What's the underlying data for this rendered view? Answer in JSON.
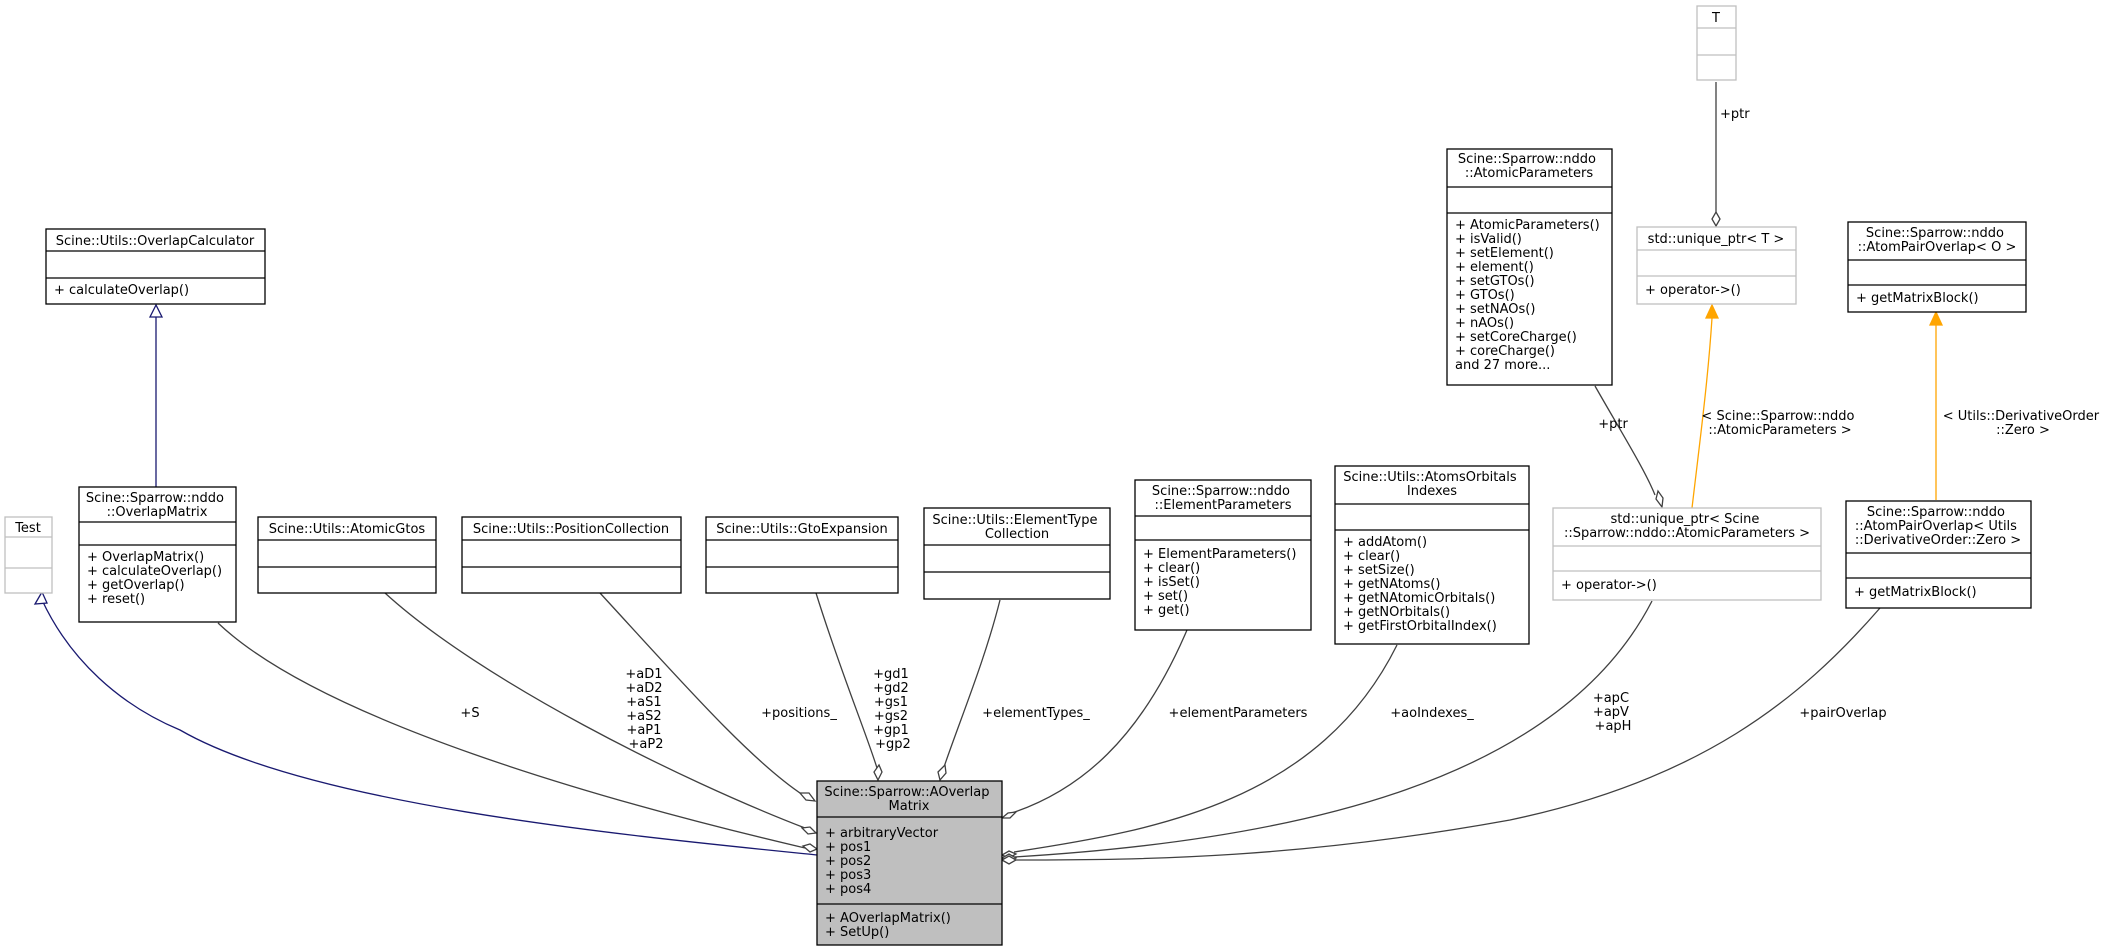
{
  "nodes": {
    "test": {
      "title": [
        "Test"
      ],
      "attributes": [],
      "methods": []
    },
    "overlapcalc": {
      "title": [
        "Scine::Utils::OverlapCalculator"
      ],
      "attributes": [],
      "methods": [
        "+ calculateOverlap()"
      ]
    },
    "overlapmatrix": {
      "title": [
        "Scine::Sparrow::nddo",
        "::OverlapMatrix"
      ],
      "attributes": [],
      "methods": [
        "+ OverlapMatrix()",
        "+ calculateOverlap()",
        "+ getOverlap()",
        "+ reset()"
      ]
    },
    "atomicgtos": {
      "title": [
        "Scine::Utils::AtomicGtos"
      ],
      "attributes": [],
      "methods": []
    },
    "poscoll": {
      "title": [
        "Scine::Utils::PositionCollection"
      ],
      "attributes": [],
      "methods": []
    },
    "gtoexp": {
      "title": [
        "Scine::Utils::GtoExpansion"
      ],
      "attributes": [],
      "methods": []
    },
    "elemtype": {
      "title": [
        "Scine::Utils::ElementType",
        "Collection"
      ],
      "attributes": [],
      "methods": []
    },
    "elemparams": {
      "title": [
        "Scine::Sparrow::nddo",
        "::ElementParameters"
      ],
      "attributes": [],
      "methods": [
        "+ ElementParameters()",
        "+ clear()",
        "+ isSet()",
        "+ set()",
        "+ get()"
      ]
    },
    "aoindexes": {
      "title": [
        "Scine::Utils::AtomsOrbitals",
        "Indexes"
      ],
      "attributes": [],
      "methods": [
        "+ addAtom()",
        "+ clear()",
        "+ setSize()",
        "+ getNAtoms()",
        "+ getNAtomicOrbitals()",
        "+ getNOrbitals()",
        "+ getFirstOrbitalIndex()"
      ]
    },
    "atomicparams": {
      "title": [
        "Scine::Sparrow::nddo",
        "::AtomicParameters"
      ],
      "attributes": [],
      "methods": [
        "+ AtomicParameters()",
        "+ isValid()",
        "+ setElement()",
        "+ element()",
        "+ setGTOs()",
        "+ GTOs()",
        "+ setNAOs()",
        "+ nAOs()",
        "+ setCoreCharge()",
        "+ coreCharge()",
        "and 27 more..."
      ]
    },
    "T": {
      "title": [
        "T"
      ],
      "attributes": [],
      "methods": []
    },
    "uniqueT": {
      "title": [
        "std::unique_ptr< T >"
      ],
      "attributes": [],
      "methods": [
        "+ operator->()"
      ]
    },
    "uniqueAP": {
      "title": [
        "std::unique_ptr< Scine",
        "::Sparrow::nddo::AtomicParameters >"
      ],
      "attributes": [],
      "methods": [
        "+ operator->()"
      ]
    },
    "apoTemplate": {
      "title": [
        "Scine::Sparrow::nddo",
        "::AtomPairOverlap< O >"
      ],
      "attributes": [],
      "methods": [
        "+ getMatrixBlock()"
      ]
    },
    "apoZero": {
      "title": [
        "Scine::Sparrow::nddo",
        "::AtomPairOverlap< Utils",
        "::DerivativeOrder::Zero >"
      ],
      "attributes": [],
      "methods": [
        "+ getMatrixBlock()"
      ]
    },
    "main": {
      "title": [
        "Scine::Sparrow::AOverlap",
        "Matrix"
      ],
      "attributes": [
        "+ arbitraryVector",
        "+ pos1",
        "+ pos2",
        "+ pos3",
        "+ pos4"
      ],
      "methods": [
        "+ AOverlapMatrix()",
        "+ SetUp()"
      ]
    }
  },
  "edge_labels": {
    "S": [
      "+S"
    ],
    "gtos": [
      "+aD1",
      "+aD2",
      "+aS1",
      "+aS2",
      "+aP1",
      "+aP2"
    ],
    "positions": [
      "+positions_"
    ],
    "gto": [
      "+gd1",
      "+gd2",
      "+gs1",
      "+gs2",
      "+gp1",
      "+gp2"
    ],
    "elementTypes": [
      "+elementTypes_"
    ],
    "elementParameters": [
      "+elementParameters"
    ],
    "aoIndexes": [
      "+aoIndexes_"
    ],
    "ap": [
      "+apC",
      "+apV",
      "+apH"
    ],
    "pairOverlap": [
      "+pairOverlap"
    ],
    "ptr1": [
      "+ptr"
    ],
    "ptr2": [
      "+ptr"
    ],
    "tmplAP": [
      "< Scine::Sparrow::nddo",
      "::AtomicParameters >"
    ],
    "tmplZero": [
      "< Utils::DerivativeOrder",
      "::Zero >"
    ]
  },
  "colors": {
    "inheritance": "#191970",
    "template": "#ffa500",
    "usage": "#404040",
    "highlight": "#bfbfbf",
    "undocumented_border": "#bfbfbf"
  }
}
